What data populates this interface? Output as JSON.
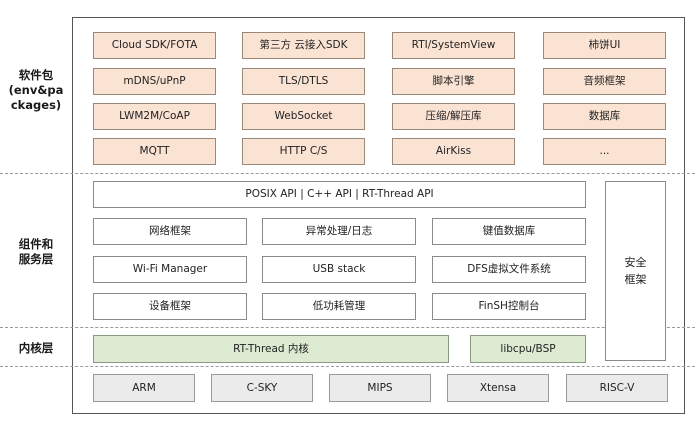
{
  "layers": {
    "software_packages": "软件包\n(env&pa\nckages)",
    "components_services": "组件和\n服务层",
    "kernel": "内核层"
  },
  "software_packages": {
    "rows": [
      [
        "Cloud SDK/FOTA",
        "第三方 云接入SDK",
        "RTI/SystemView",
        "柿饼UI"
      ],
      [
        "mDNS/uPnP",
        "TLS/DTLS",
        "脚本引擎",
        "音频框架"
      ],
      [
        "LWM2M/CoAP",
        "WebSocket",
        "压缩/解压库",
        "数据库"
      ],
      [
        "MQTT",
        "HTTP C/S",
        "AirKiss",
        "..."
      ]
    ]
  },
  "components": {
    "api_bar": "POSIX API  |  C++ API  |  RT-Thread API",
    "rows": [
      [
        "网络框架",
        "异常处理/日志",
        "键值数据库"
      ],
      [
        "Wi-Fi Manager",
        "USB stack",
        "DFS虚拟文件系统"
      ],
      [
        "设备框架",
        "低功耗管理",
        "FinSH控制台"
      ]
    ],
    "security": "安全\n框架"
  },
  "kernel": {
    "core": "RT-Thread  内核",
    "bsp": "libcpu/BSP"
  },
  "architectures": [
    "ARM",
    "C-SKY",
    "MIPS",
    "Xtensa",
    "RISC-V"
  ],
  "colors": {
    "package_fill": "#fbe3d4",
    "kernel_fill": "#dcebd2",
    "arch_fill": "#ebebeb"
  }
}
